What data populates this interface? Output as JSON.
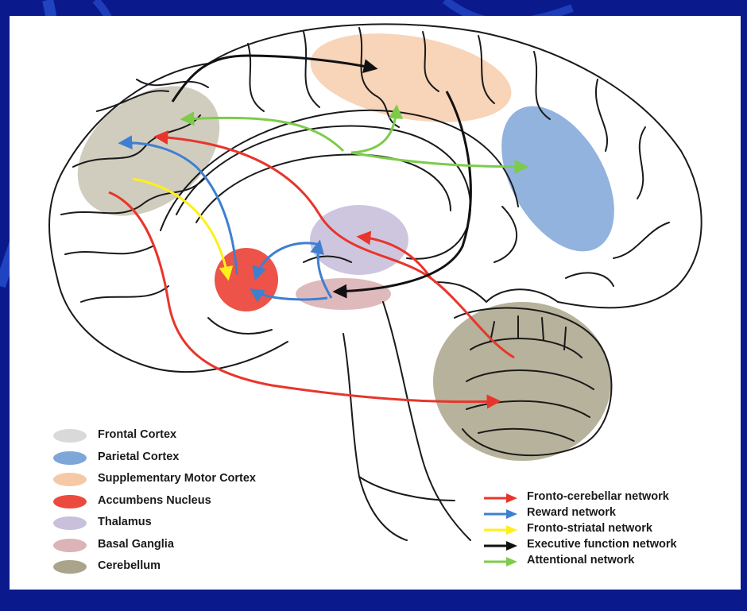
{
  "regions": [
    {
      "key": "frontal",
      "label": "Frontal Cortex",
      "color": "#d9d9d9"
    },
    {
      "key": "parietal",
      "label": "Parietal Cortex",
      "color": "#7ea6d8"
    },
    {
      "key": "sma",
      "label": "Supplementary Motor Cortex",
      "color": "#f6c9a6"
    },
    {
      "key": "accumbens",
      "label": "Accumbens Nucleus",
      "color": "#ec4a3e"
    },
    {
      "key": "thalamus",
      "label": "Thalamus",
      "color": "#c9c0dc"
    },
    {
      "key": "basal",
      "label": "Basal Ganglia",
      "color": "#dcb3b6"
    },
    {
      "key": "cerebellum",
      "label": "Cerebellum",
      "color": "#aaa48a"
    }
  ],
  "networks": [
    {
      "key": "fronto_cerebellar",
      "label": "Fronto-cerebellar network",
      "color": "#e8352b"
    },
    {
      "key": "reward",
      "label": "Reward network",
      "color": "#3f7fd0"
    },
    {
      "key": "fronto_striatal",
      "label": "Fronto-striatal network",
      "color": "#ffef1a"
    },
    {
      "key": "executive",
      "label": "Executive function network",
      "color": "#111111"
    },
    {
      "key": "attentional",
      "label": " Attentional network",
      "color": "#7ccc4a"
    }
  ],
  "background": {
    "slide_color": "#0a1a8c",
    "panel_color": "#ffffff"
  }
}
